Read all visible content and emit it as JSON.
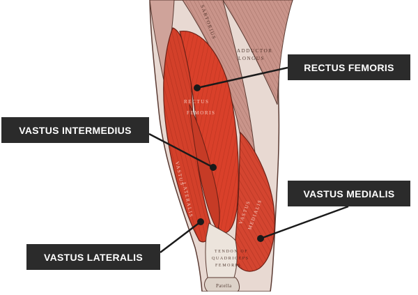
{
  "labels": {
    "rectus_femoris": "RECTUS FEMORIS",
    "vastus_intermedius": "VASTUS INTERMEDIUS",
    "vastus_medialis": "VASTUS MEDIALIS",
    "vastus_lateralis": "VASTUS LATERALIS"
  },
  "plate_text": {
    "sartorius": "SARTORIUS",
    "adductor_longus_1": "ADDUCTOR",
    "adductor_longus_2": "LONGUS",
    "rectus_1": "RECTUS",
    "rectus_2": "FEMORIS",
    "vastus_lat_1": "VASTUS",
    "vastus_lat_2": "LATERALIS",
    "vastus_med_1": "VASTUS",
    "vastus_med_2": "MEDIALIS",
    "tendon_1": "TENDON OF",
    "tendon_2": "QUADRICEPS",
    "tendon_3": "FEMORIS",
    "patella": "Patella"
  },
  "colors": {
    "highlight_muscle": "#d9402a",
    "muscle_dark": "#b02c1c",
    "other_muscle": "#c9948a",
    "tendon": "#ece4dc",
    "label_bg": "#2b2b2b",
    "label_text": "#ffffff",
    "leader_line": "#1a1a1a"
  }
}
